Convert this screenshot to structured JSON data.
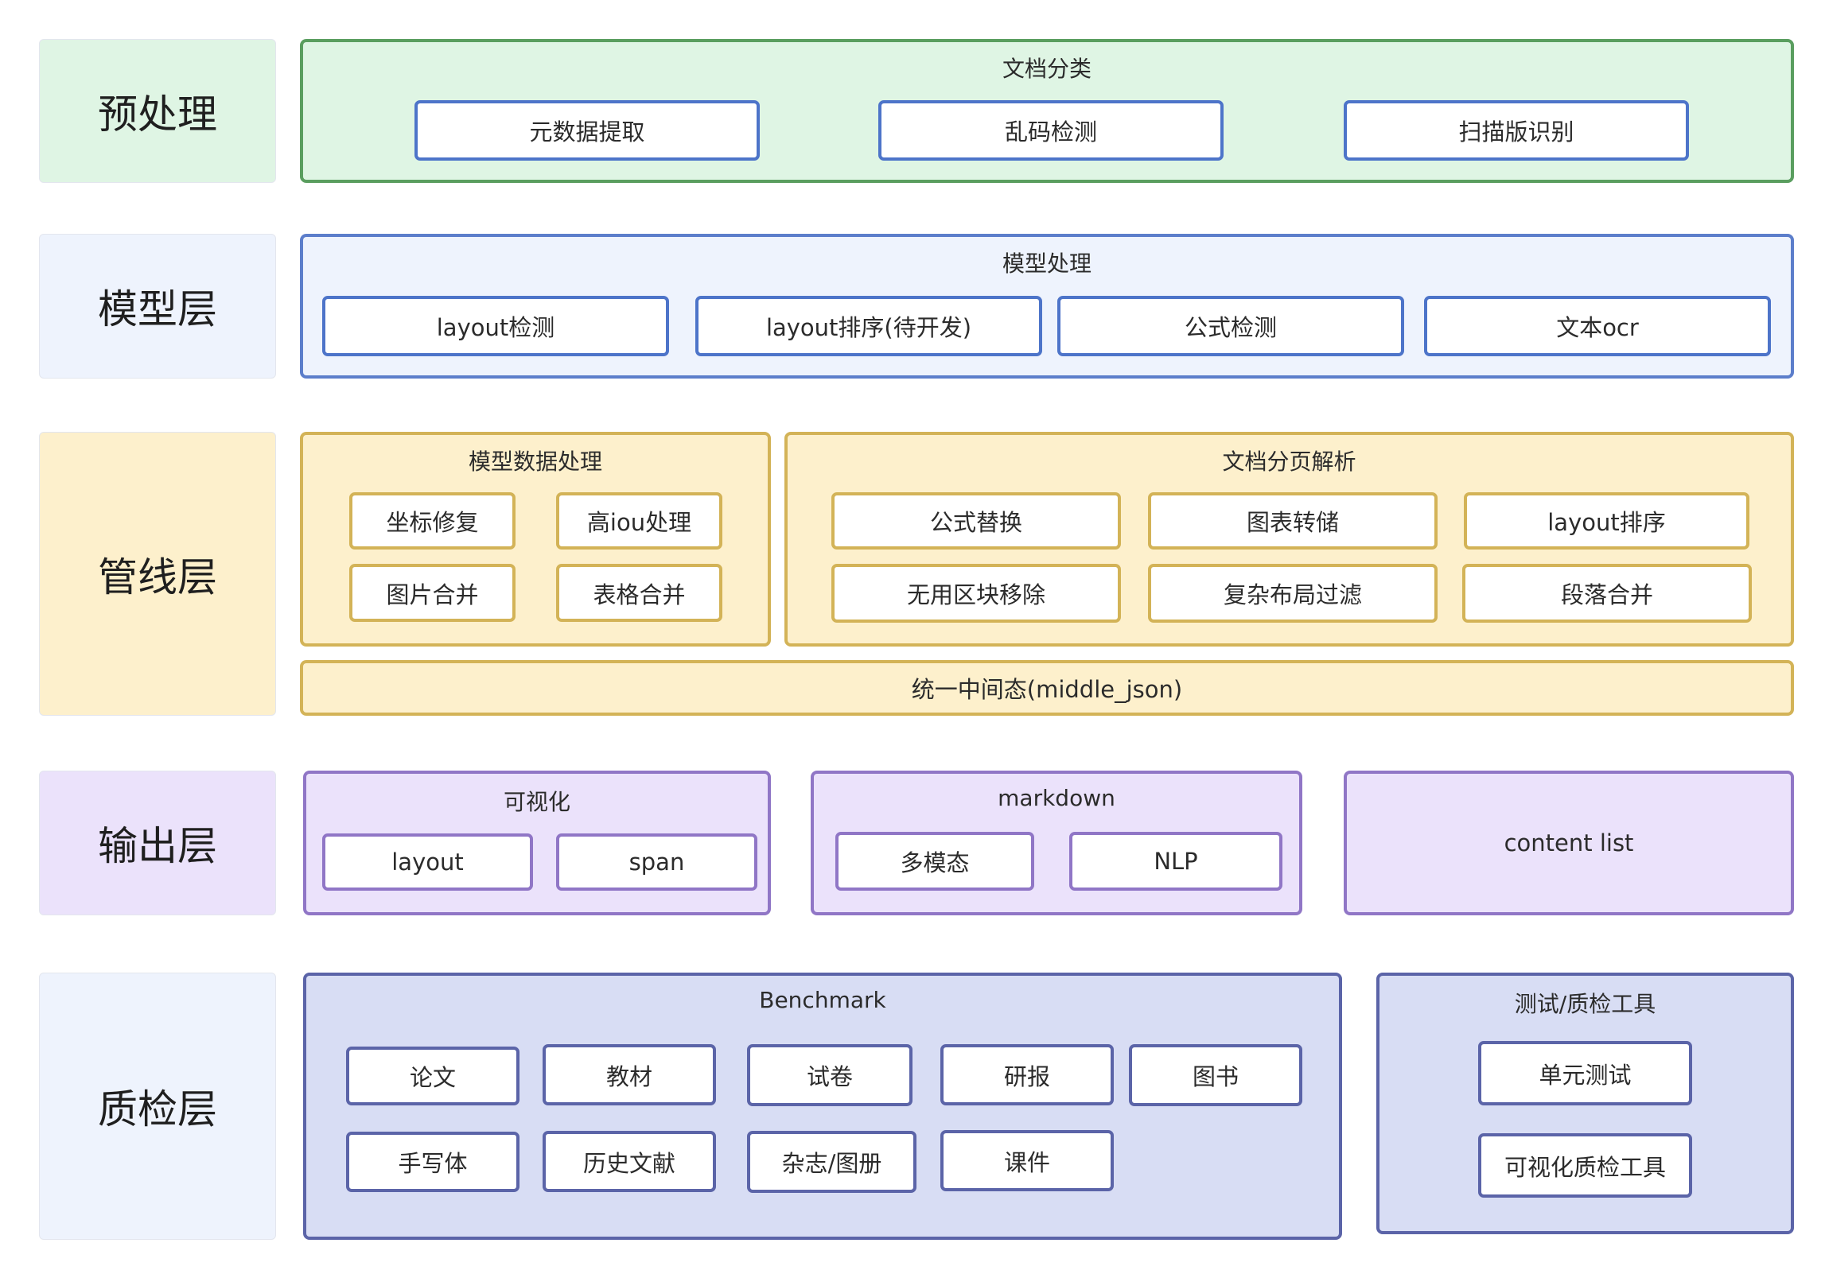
{
  "layers": {
    "preprocess": "预处理",
    "model": "模型层",
    "pipeline": "管线层",
    "output": "输出层",
    "qa": "质检层"
  },
  "preprocess": {
    "group_title": "文档分类",
    "items": [
      "元数据提取",
      "乱码检测",
      "扫描版识别"
    ]
  },
  "model": {
    "group_title": "模型处理",
    "items": [
      "layout检测",
      "layout排序(待开发)",
      "公式检测",
      "文本ocr"
    ]
  },
  "pipeline": {
    "model_data": {
      "title": "模型数据处理",
      "items": [
        "坐标修复",
        "高iou处理",
        "图片合并",
        "表格合并"
      ]
    },
    "page_parse": {
      "title": "文档分页解析",
      "items": [
        "公式替换",
        "图表转储",
        "layout排序",
        "无用区块移除",
        "复杂布局过滤",
        "段落合并"
      ]
    },
    "middle_state": "统一中间态(middle_json)"
  },
  "output": {
    "visualize": {
      "title": "可视化",
      "items": [
        "layout",
        "span"
      ]
    },
    "markdown": {
      "title": "markdown",
      "items": [
        "多模态",
        "NLP"
      ]
    },
    "content_list": "content list"
  },
  "qa": {
    "benchmark": {
      "title": "Benchmark",
      "items": [
        "论文",
        "教材",
        "试卷",
        "研报",
        "图书",
        "手写体",
        "历史文献",
        "杂志/图册",
        "课件"
      ]
    },
    "tools": {
      "title": "测试/质检工具",
      "items": [
        "单元测试",
        "可视化质检工具"
      ]
    }
  },
  "colors": {
    "preprocess_bg": "#dff5e4",
    "model_bg": "#eef3fd",
    "pipeline_bg": "#fdf0cc",
    "output_bg": "#ebe2fb",
    "qa_bg": "#d8ddf4"
  }
}
